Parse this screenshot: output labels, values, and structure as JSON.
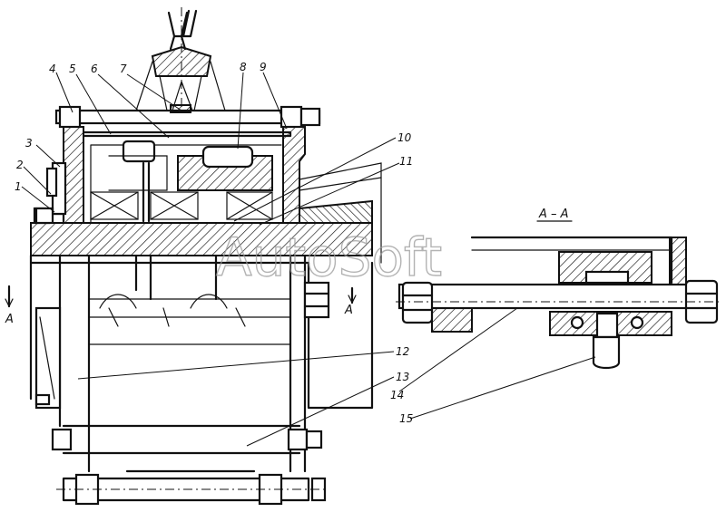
{
  "callouts": {
    "c1": "1",
    "c2": "2",
    "c3": "3",
    "c4": "4",
    "c5": "5",
    "c6": "6",
    "c7": "7",
    "c8": "8",
    "c9": "9",
    "c10": "10",
    "c11": "11",
    "c12": "12",
    "c13": "13",
    "c14": "14",
    "c15": "15"
  },
  "section_markers": {
    "left": "A",
    "right": "A"
  },
  "section_title": "A – A",
  "watermark": "AutoSoft"
}
